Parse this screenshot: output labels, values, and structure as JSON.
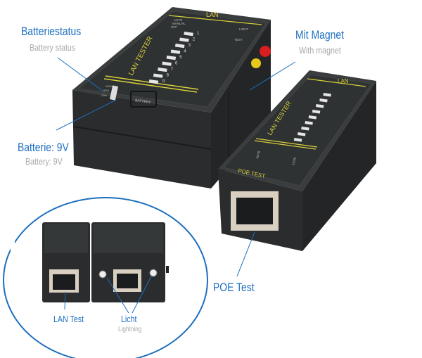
{
  "annotations": {
    "battery_status": {
      "title": "Batteriestatus",
      "subtitle": "Battery status"
    },
    "battery_9v": {
      "title": "Batterie: 9V",
      "subtitle": "Battery: 9V"
    },
    "magnet": {
      "title": "Mit Magnet",
      "subtitle": "With magnet"
    },
    "poe_test": {
      "title": "POE Test"
    },
    "lan_test": {
      "title": "LAN Test"
    },
    "light": {
      "title": "Licht",
      "subtitle": "Lightning"
    }
  },
  "main_device": {
    "header": "LAN",
    "mode_labels": [
      "AUTO",
      "MANUAL",
      "OFF"
    ],
    "light_label": "LIGHT",
    "test_label": "TEST",
    "brand": "LAN TESTER",
    "pins": [
      "1",
      "2",
      "3",
      "4",
      "5",
      "6",
      "7",
      "8",
      "G"
    ],
    "battery_levels": [
      "100%",
      "50%",
      "20%"
    ],
    "battery_label": "BATTERY"
  },
  "poe_device": {
    "header": "LAN",
    "brand": "LAN TESTER",
    "footer": "POE TEST",
    "pair_labels": [
      "45/78",
      "12/36"
    ]
  },
  "colors": {
    "accent": "#1d6fbf",
    "subtitle": "#a9a9a9",
    "device": "#2c2f30",
    "print": "#d8cf3a"
  }
}
